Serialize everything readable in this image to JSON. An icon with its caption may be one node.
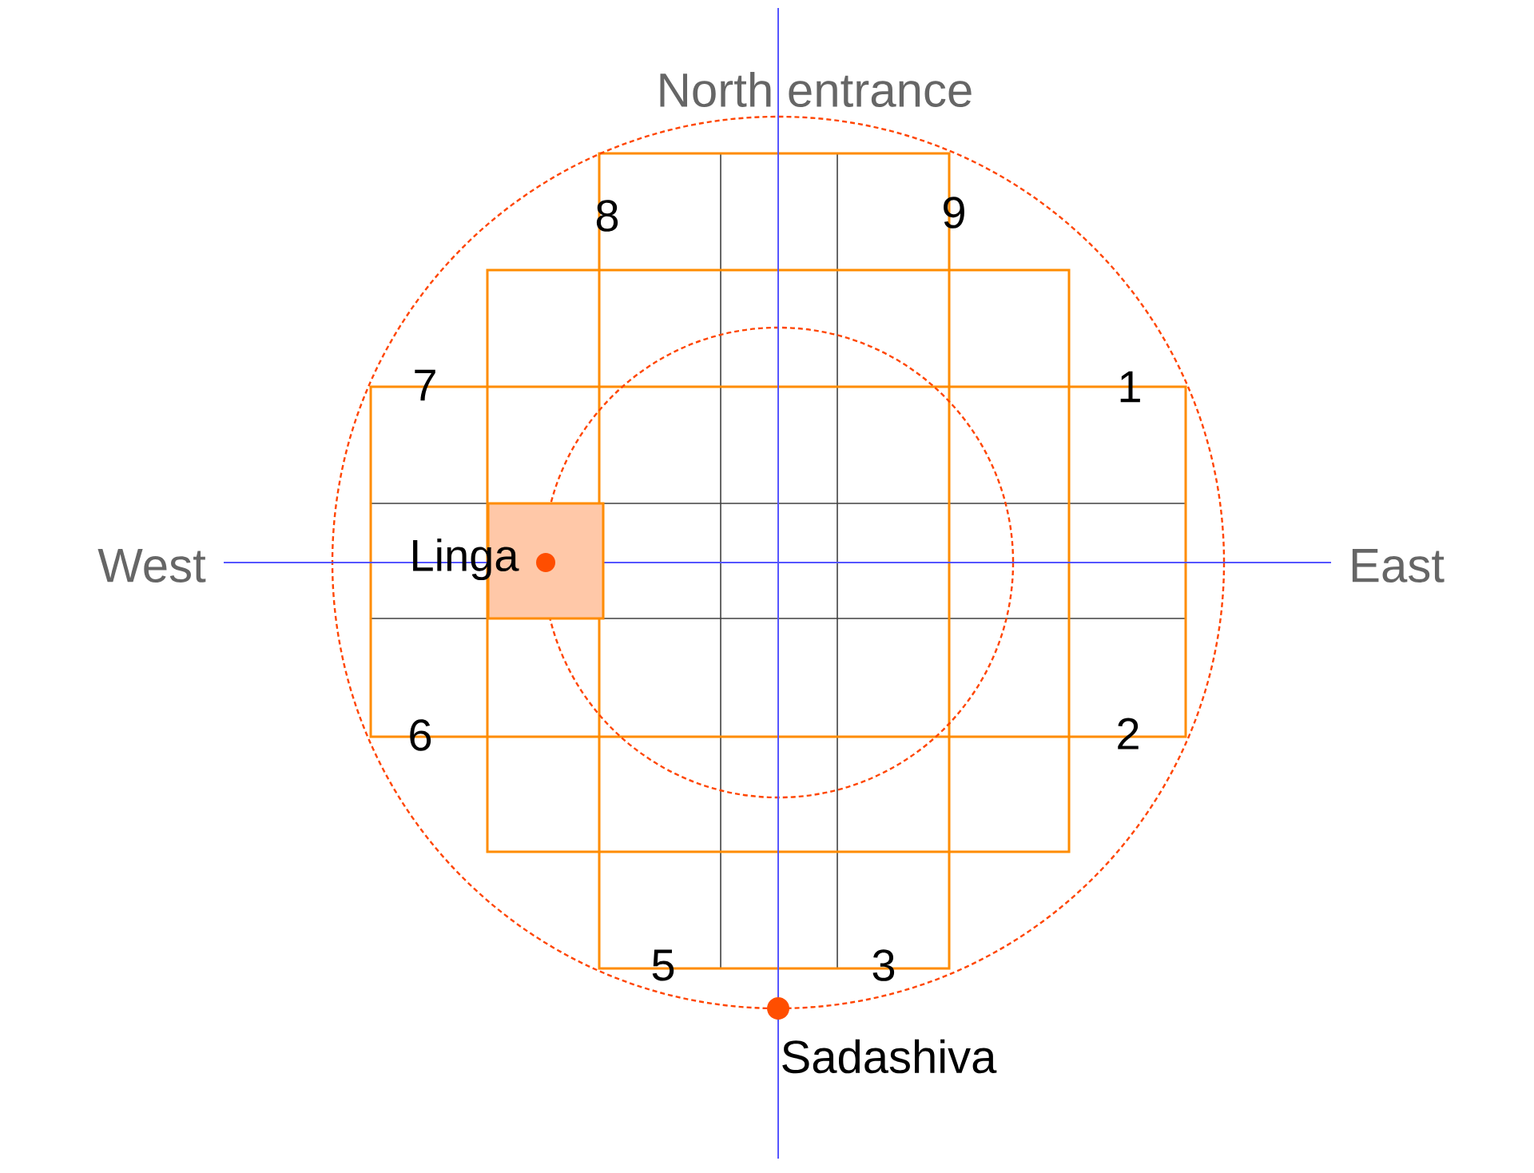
{
  "diagram": {
    "nodes": [
      {
        "text": [
          "Linga"
        ]
      }
    ],
    "edges": [],
    "labels": [
      "North entrance",
      "8",
      "9",
      "7",
      "1",
      "West",
      "East",
      "6",
      "2",
      "5",
      "3",
      "Sadashiva"
    ]
  }
}
